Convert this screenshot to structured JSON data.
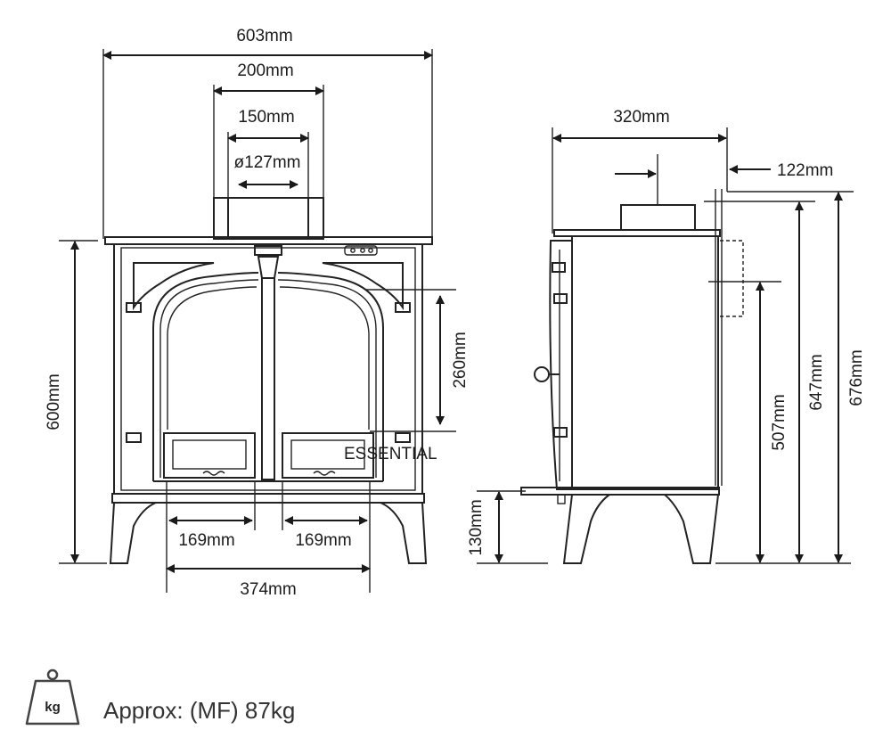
{
  "front_view": {
    "overall_width": "603mm",
    "flue_outer": "200mm",
    "flue_mid": "150mm",
    "flue_diameter": "ø127mm",
    "height": "600mm",
    "glass_height": "260mm",
    "leg_span_left": "169mm",
    "leg_span_right": "169mm",
    "leg_width": "374mm",
    "badge": "ESSENTIAL"
  },
  "side_view": {
    "depth": "320mm",
    "flue_offset": "122mm",
    "leg_height": "130mm",
    "rear_outlet_height": "507mm",
    "top_outlet_height": "647mm",
    "overall_height": "676mm"
  },
  "weight": {
    "unit": "kg",
    "label": "Approx: (MF) 87kg"
  }
}
